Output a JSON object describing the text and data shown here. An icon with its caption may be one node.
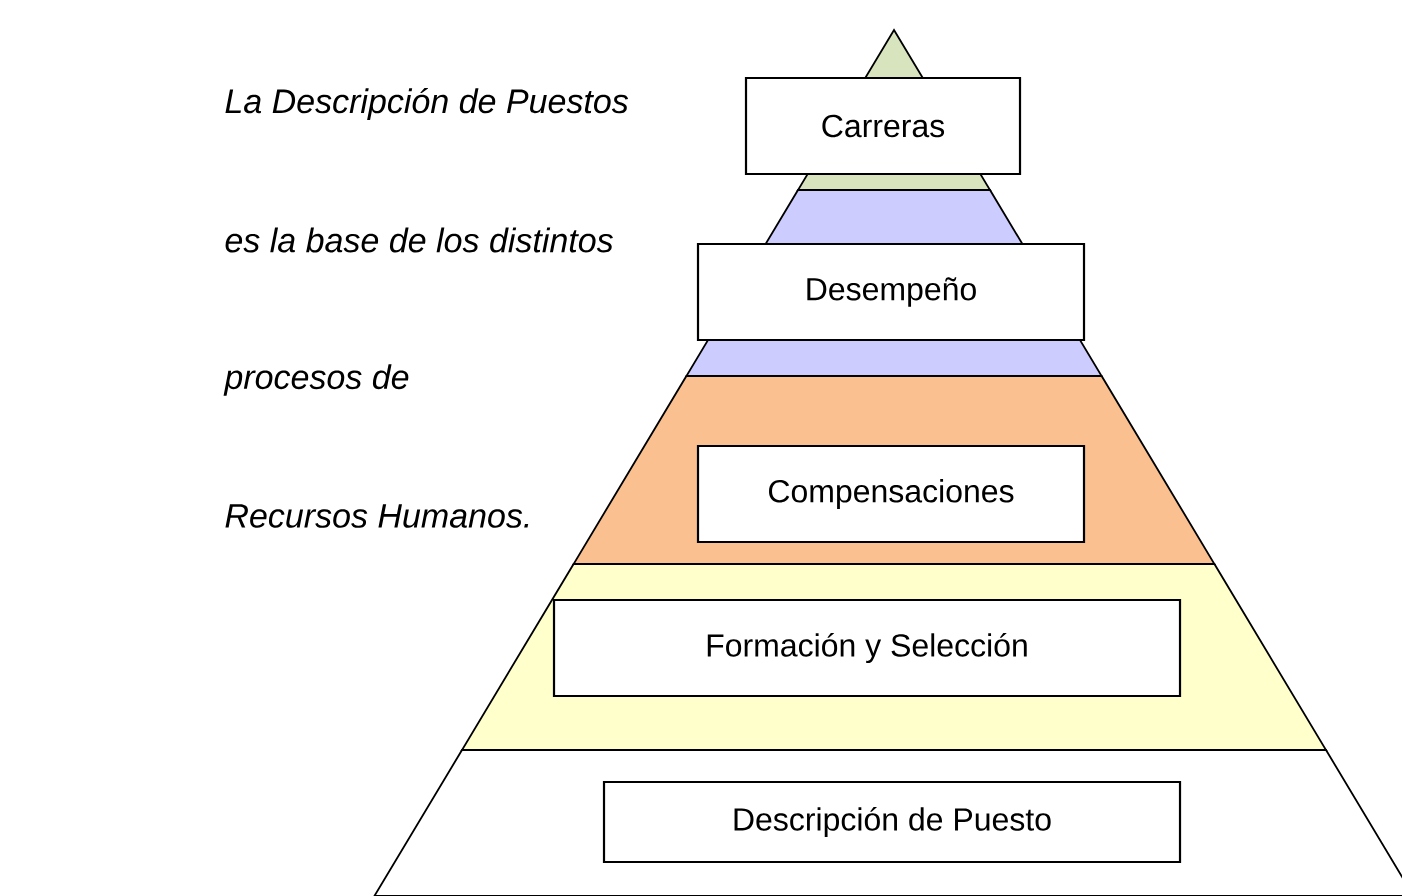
{
  "diagram": {
    "nodes": [
      {
        "text": [
          "Carreras"
        ]
      },
      {
        "text": [
          "Desempeño"
        ]
      },
      {
        "text": [
          "Compensaciones"
        ]
      },
      {
        "text": [
          "Formación y Selección"
        ]
      },
      {
        "text": [
          "Descripción de Puesto"
        ]
      }
    ],
    "labels": [
      "La Descripción de Puestos",
      "es la base de los distintos",
      "procesos de",
      "Recursos Humanos."
    ]
  }
}
